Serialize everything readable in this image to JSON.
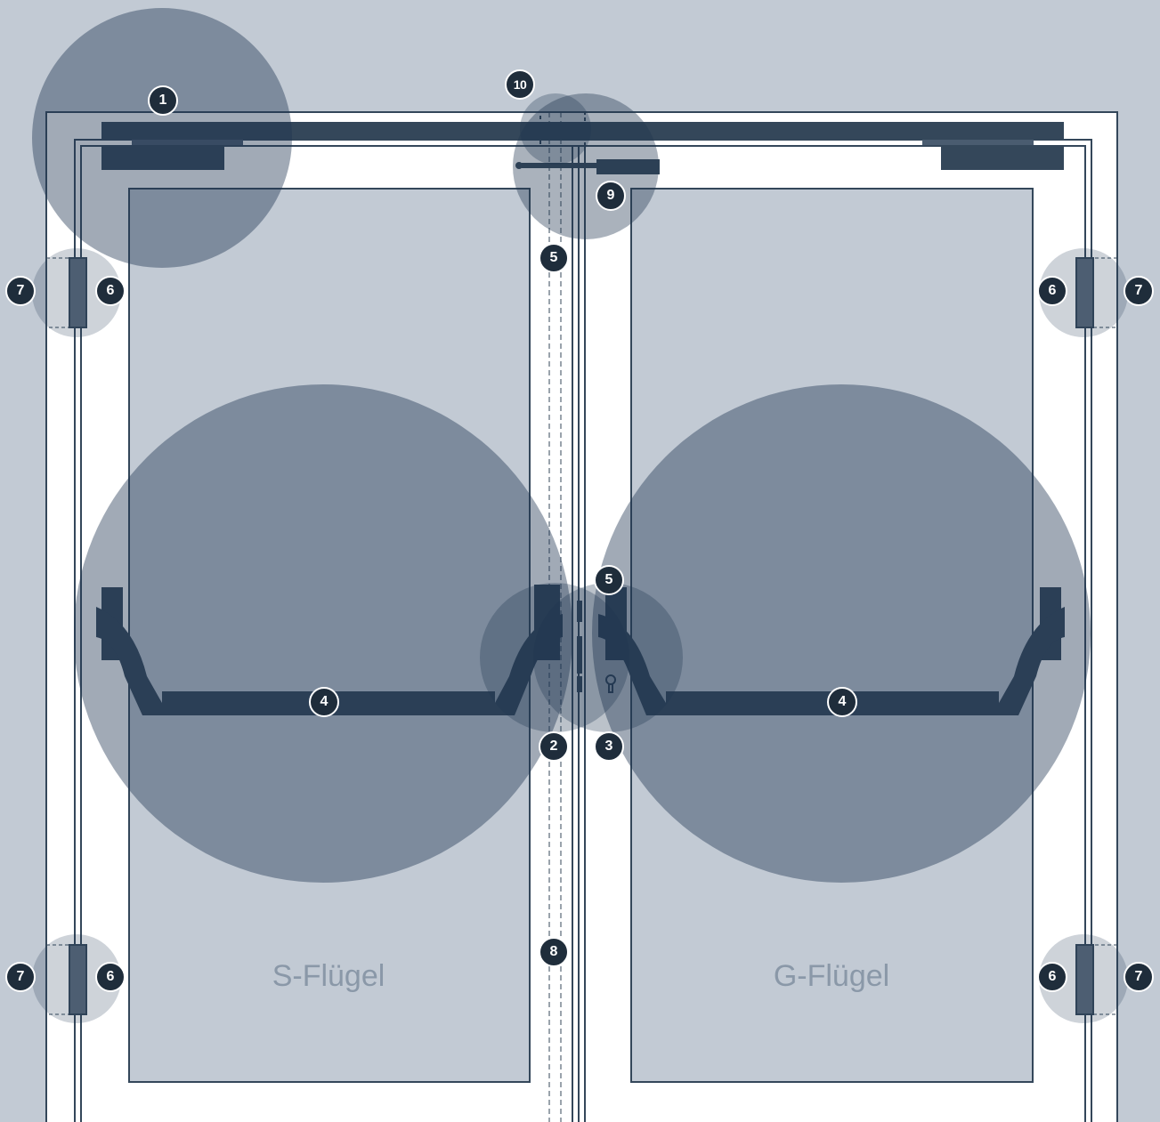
{
  "leaves": {
    "standing_leaf": "S-Flügel",
    "active_leaf": "G-Flügel"
  },
  "markers": [
    {
      "id": "m1",
      "label": "1"
    },
    {
      "id": "m10",
      "label": "10"
    },
    {
      "id": "m9",
      "label": "9"
    },
    {
      "id": "m5a",
      "label": "5"
    },
    {
      "id": "m5b",
      "label": "5"
    },
    {
      "id": "m7a",
      "label": "7"
    },
    {
      "id": "m6a",
      "label": "6"
    },
    {
      "id": "m6b",
      "label": "6"
    },
    {
      "id": "m7b",
      "label": "7"
    },
    {
      "id": "m4a",
      "label": "4"
    },
    {
      "id": "m4b",
      "label": "4"
    },
    {
      "id": "m2",
      "label": "2"
    },
    {
      "id": "m3",
      "label": "3"
    },
    {
      "id": "m8",
      "label": "8"
    },
    {
      "id": "m7c",
      "label": "7"
    },
    {
      "id": "m6c",
      "label": "6"
    },
    {
      "id": "m6d",
      "label": "6"
    },
    {
      "id": "m7d",
      "label": "7"
    }
  ],
  "colors": {
    "background": "#c2cad4",
    "frame_fill": "#ffffff",
    "glass": "#c2cad4",
    "line": "#34475a",
    "hardware": "#34475a",
    "highlight": "#1f3550",
    "marker_fill": "#1f2d3b",
    "marker_text": "#ffffff",
    "leaf_text": "#8a98a8"
  }
}
